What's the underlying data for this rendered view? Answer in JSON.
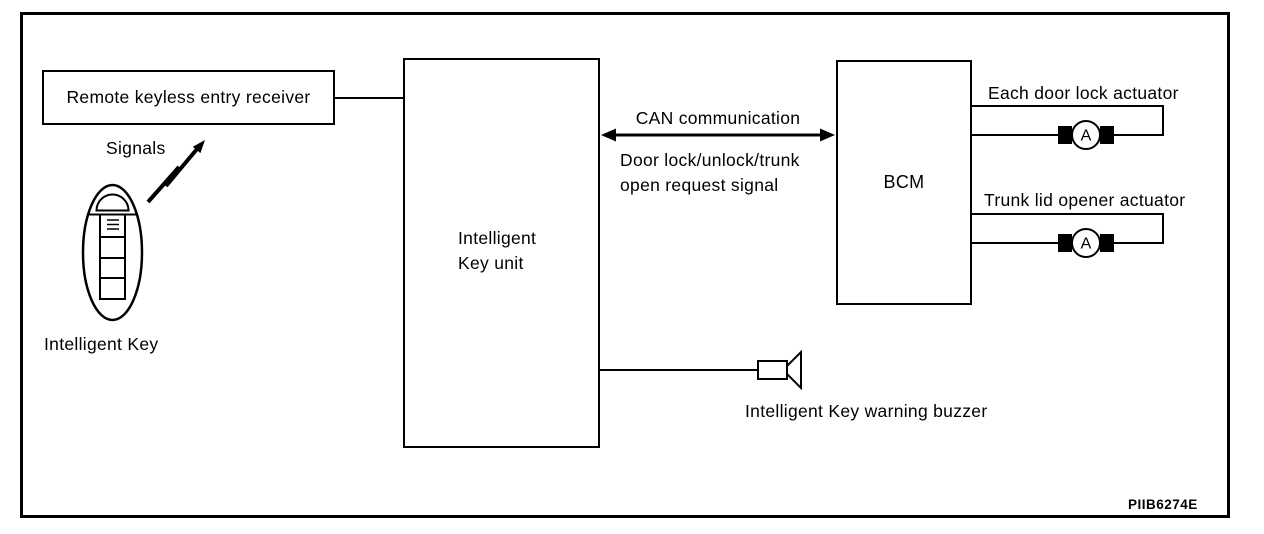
{
  "figure": {
    "code": "PIIB6274E",
    "colors": {
      "ink": "#000000",
      "background": "#ffffff"
    }
  },
  "nodes": {
    "receiver": {
      "label": "Remote keyless entry receiver"
    },
    "key_unit": {
      "label_line1": "Intelligent",
      "label_line2": "Key unit"
    },
    "bcm": {
      "label": "BCM"
    },
    "intelligent_key": {
      "label": "Intelligent Key",
      "signals_label": "Signals"
    },
    "door_lock_actuator": {
      "label": "Each door lock actuator",
      "motor_letter": "A"
    },
    "trunk_lid_actuator": {
      "label": "Trunk lid opener actuator",
      "motor_letter": "A"
    },
    "warning_buzzer": {
      "label": "Intelligent Key warning buzzer"
    }
  },
  "connections": {
    "can": {
      "label": "CAN communication",
      "signal_line1": "Door lock/unlock/trunk",
      "signal_line2": "open request signal"
    }
  }
}
